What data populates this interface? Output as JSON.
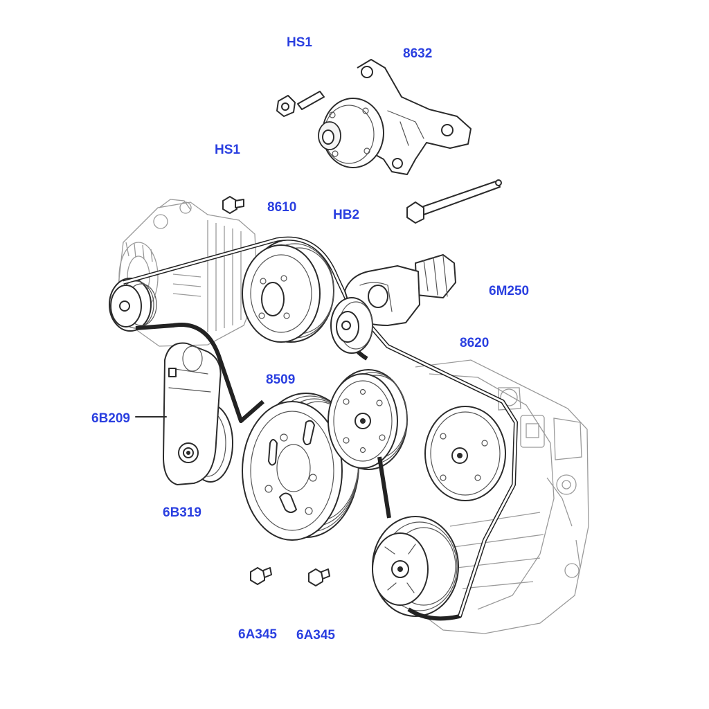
{
  "labels": [
    {
      "id": "hs1-top",
      "text": "HS1"
    },
    {
      "id": "n8632",
      "text": "8632"
    },
    {
      "id": "hs1-mid",
      "text": "HS1"
    },
    {
      "id": "n8610",
      "text": "8610"
    },
    {
      "id": "hb2",
      "text": "HB2"
    },
    {
      "id": "n6m250",
      "text": "6M250"
    },
    {
      "id": "n8620",
      "text": "8620"
    },
    {
      "id": "n8509",
      "text": "8509"
    },
    {
      "id": "n6b209",
      "text": "6B209"
    },
    {
      "id": "n6b319",
      "text": "6B319"
    },
    {
      "id": "n6a345-left",
      "text": "6A345"
    },
    {
      "id": "n6a345-right",
      "text": "6A345"
    }
  ],
  "colors": {
    "label": "#2a3fe0",
    "line": "#2b2b2b",
    "background": "#ffffff"
  }
}
